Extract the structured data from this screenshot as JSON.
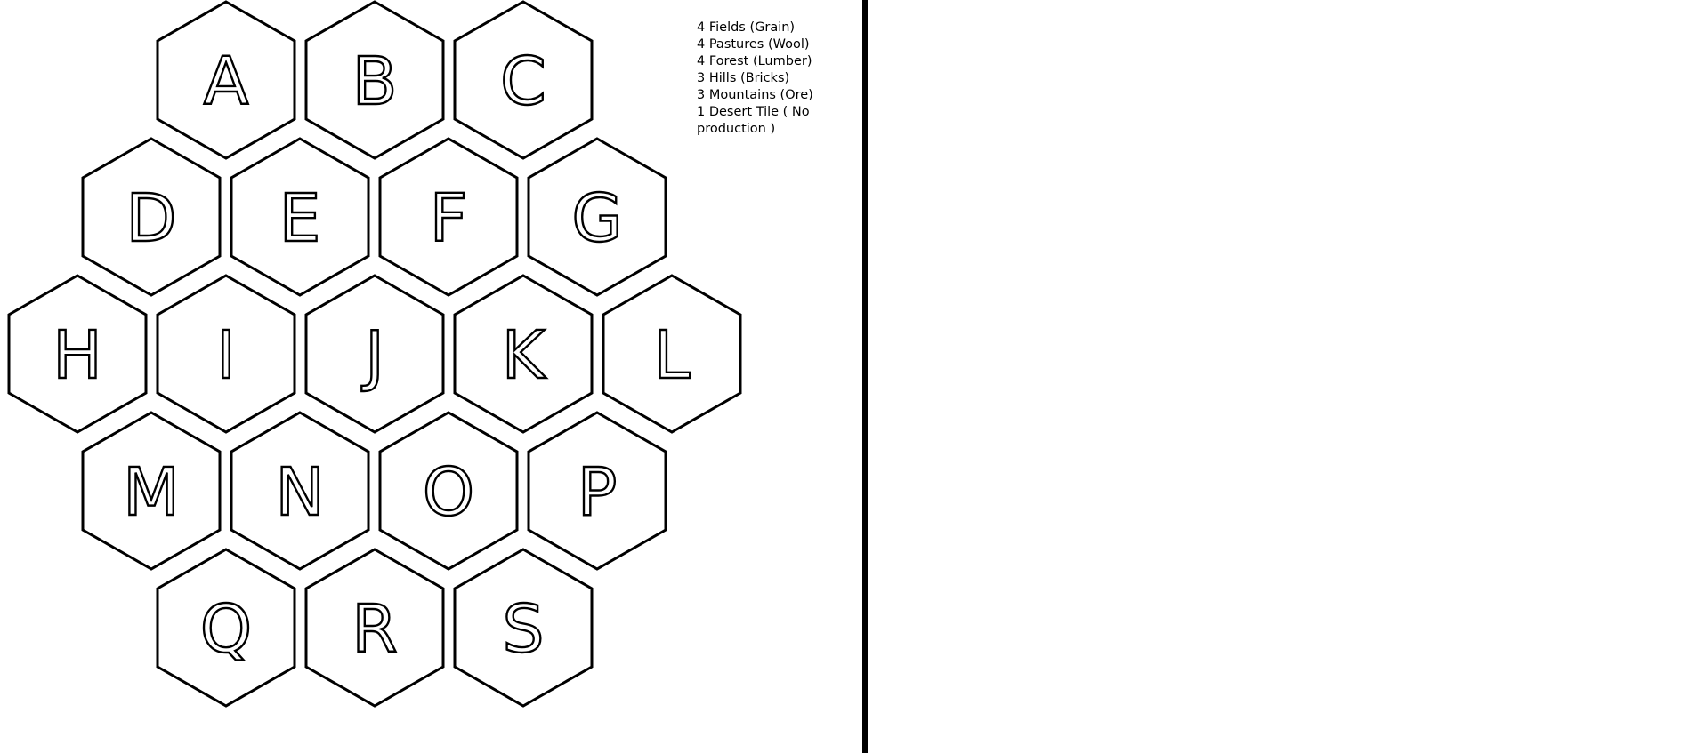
{
  "legend": [
    "4 Fields (Grain)",
    "4 Pastures (Wool)",
    "4 Forest (Lumber)",
    "3 Hills (Bricks)",
    "3 Mountains (Ore)",
    "1 Desert Tile ( No production )"
  ],
  "tiles": [
    {
      "row": 0,
      "col": 0,
      "label": "A"
    },
    {
      "row": 0,
      "col": 1,
      "label": "B"
    },
    {
      "row": 0,
      "col": 2,
      "label": "C"
    },
    {
      "row": 1,
      "col": 0,
      "label": "D"
    },
    {
      "row": 1,
      "col": 1,
      "label": "E"
    },
    {
      "row": 1,
      "col": 2,
      "label": "F"
    },
    {
      "row": 1,
      "col": 3,
      "label": "G"
    },
    {
      "row": 2,
      "col": 0,
      "label": "H"
    },
    {
      "row": 2,
      "col": 1,
      "label": "I"
    },
    {
      "row": 2,
      "col": 2,
      "label": "J"
    },
    {
      "row": 2,
      "col": 3,
      "label": "K"
    },
    {
      "row": 2,
      "col": 4,
      "label": "L"
    },
    {
      "row": 3,
      "col": 0,
      "label": "M"
    },
    {
      "row": 3,
      "col": 1,
      "label": "N"
    },
    {
      "row": 3,
      "col": 2,
      "label": "O"
    },
    {
      "row": 3,
      "col": 3,
      "label": "P"
    },
    {
      "row": 4,
      "col": 0,
      "label": "Q"
    },
    {
      "row": 4,
      "col": 1,
      "label": "R"
    },
    {
      "row": 4,
      "col": 2,
      "label": "S"
    }
  ],
  "colors": {
    "stroke": "#000000",
    "background": "#ffffff"
  }
}
